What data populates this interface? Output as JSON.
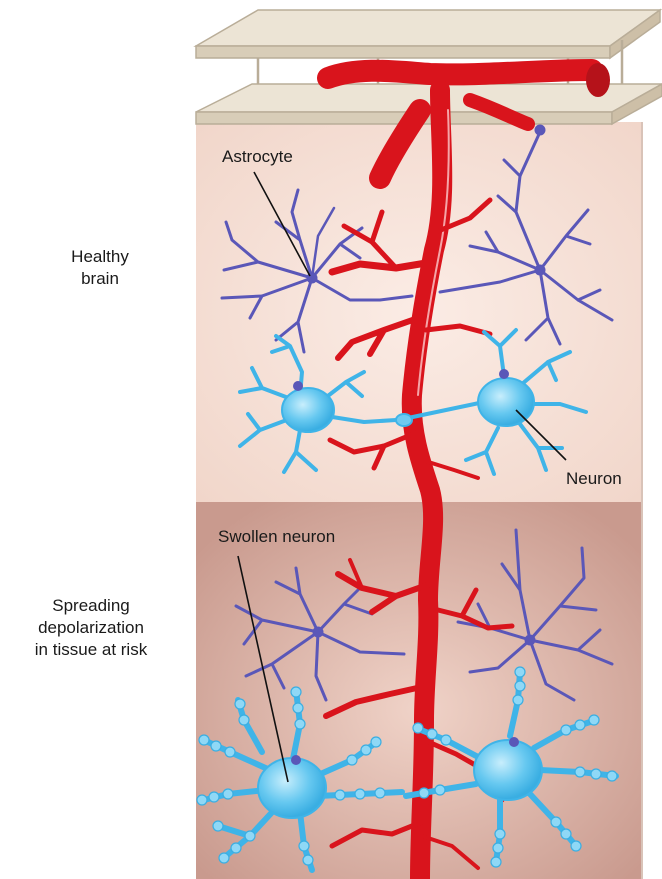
{
  "labels": {
    "healthy": [
      "Healthy",
      "brain"
    ],
    "spreading": [
      "Spreading",
      "depolarization",
      "in tissue at risk"
    ],
    "astrocyte": "Astrocyte",
    "neuron": "Neuron",
    "swollen_neuron": "Swollen neuron"
  },
  "colors": {
    "vessel": "#d9141c",
    "vessel_dark": "#a80d14",
    "astrocyte": "#5a57b8",
    "neuron": "#3fb4e8",
    "neuron_light": "#8fd8f6",
    "healthy_tissue": "#f7e2d8",
    "risk_tissue": "#e2bdb1",
    "plate": "#e6dccb",
    "plate_edge": "#b9ad98"
  }
}
